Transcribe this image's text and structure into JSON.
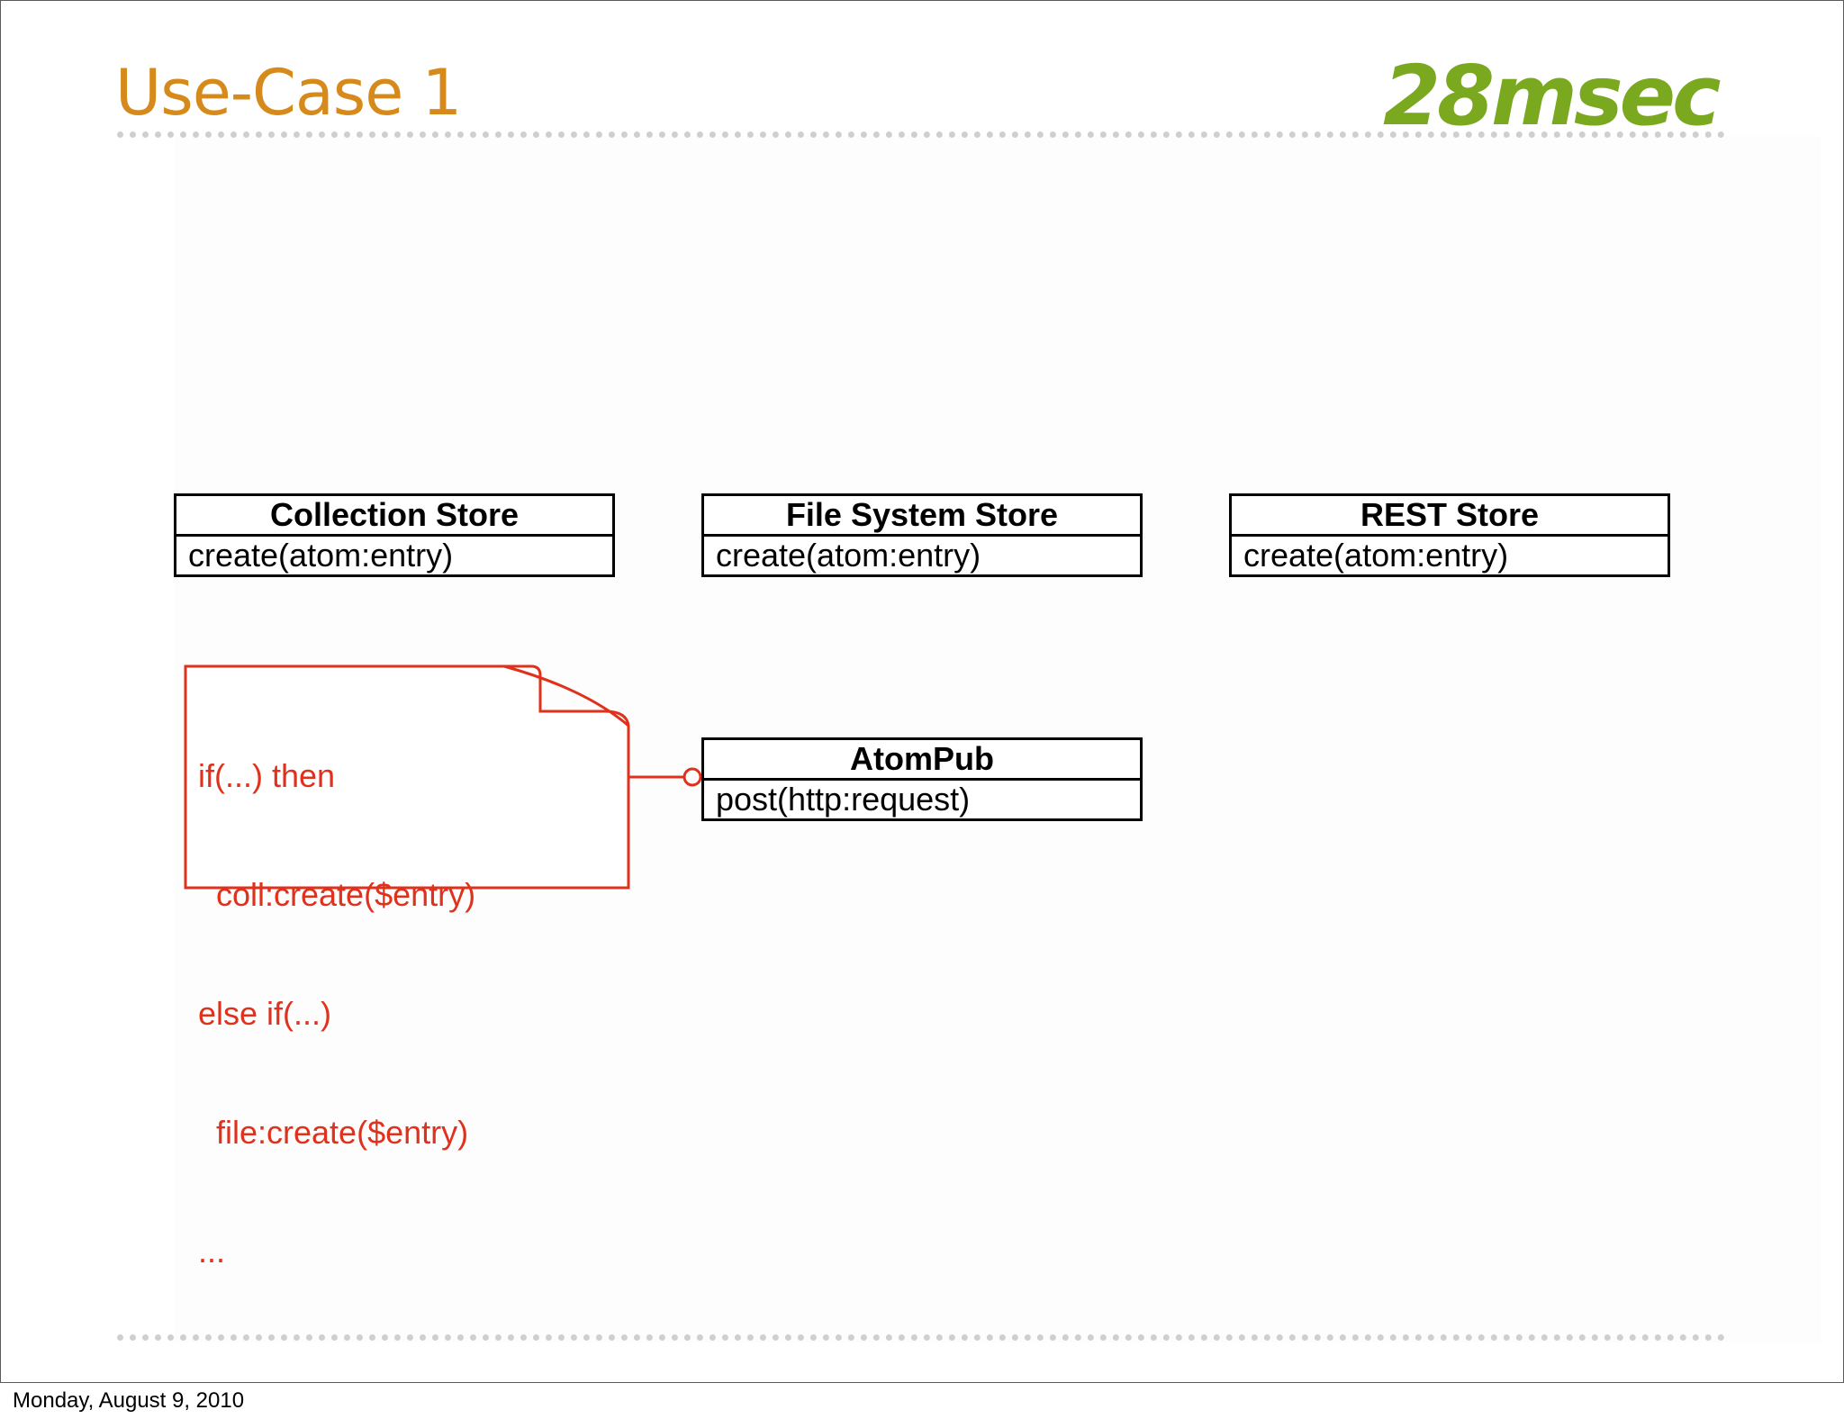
{
  "slide": {
    "title": "Use-Case 1",
    "logo_text": "28msec",
    "footer_date": "Monday, August 9, 2010"
  },
  "diagram": {
    "classes": [
      {
        "name": "Collection Store",
        "operation": "create(atom:entry)"
      },
      {
        "name": "File System Store",
        "operation": "create(atom:entry)"
      },
      {
        "name": "REST Store",
        "operation": "create(atom:entry)"
      },
      {
        "name": "AtomPub",
        "operation": "post(http:request)"
      }
    ],
    "note": {
      "lines": [
        "if(...) then",
        "  coll:create($entry)",
        "else if(...)",
        "  file:create($entry)",
        "..."
      ],
      "color": "#e0311c"
    }
  },
  "colors": {
    "title": "#d68a1b",
    "logo": "#7aa81e",
    "note": "#e0311c"
  }
}
